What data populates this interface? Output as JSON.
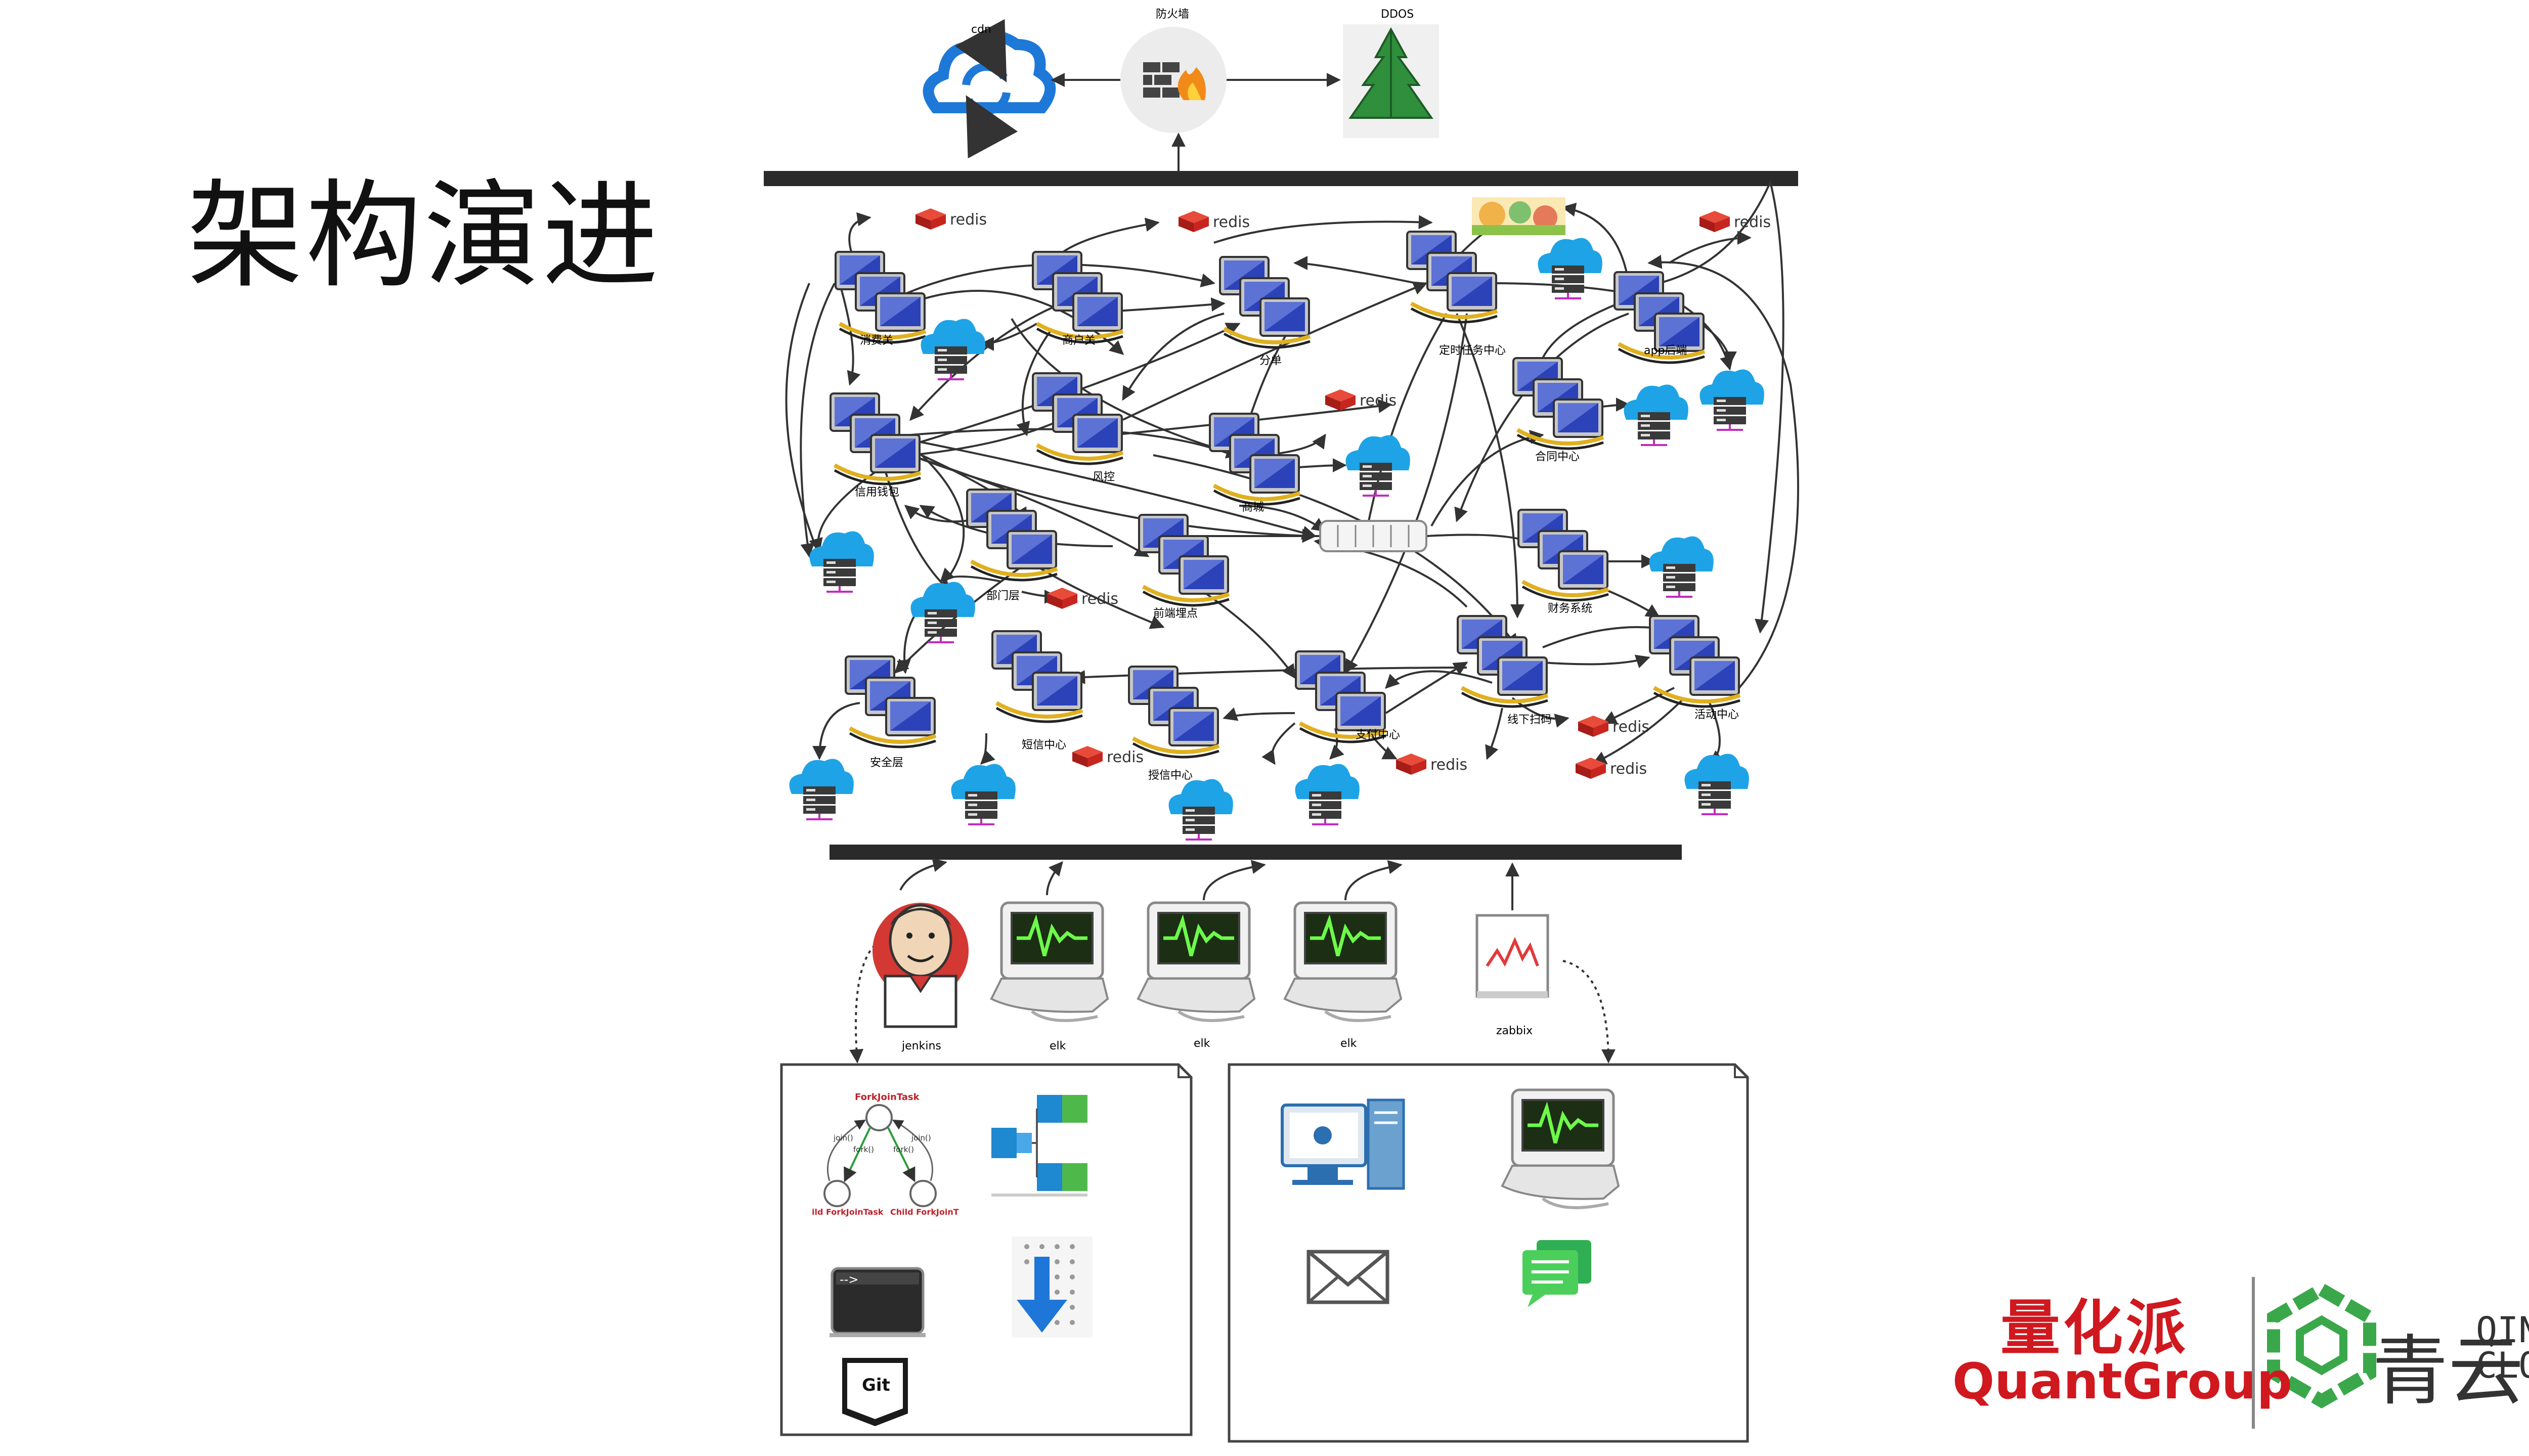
{
  "slide": {
    "title": "架构演进"
  },
  "top": {
    "cdn": "cdn",
    "firewall": "防火墙",
    "ddos": "DDOS"
  },
  "redis_label": "redis",
  "services": [
    {
      "id": "gateway",
      "label": "消费关"
    },
    {
      "id": "merchant_gateway",
      "label": "商户关"
    },
    {
      "id": "order_split",
      "label": "分单"
    },
    {
      "id": "scheduler",
      "label": "定时任务中心"
    },
    {
      "id": "app_backend",
      "label": "app后端"
    },
    {
      "id": "credit_wallet",
      "label": "信用钱包"
    },
    {
      "id": "risk",
      "label": "风控"
    },
    {
      "id": "mall",
      "label": "商城"
    },
    {
      "id": "contract",
      "label": "合同中心"
    },
    {
      "id": "channel",
      "label": "部门层"
    },
    {
      "id": "frontend_track",
      "label": "前端埋点"
    },
    {
      "id": "finance",
      "label": "财务系统"
    },
    {
      "id": "security",
      "label": "安全层"
    },
    {
      "id": "sms",
      "label": "短信中心"
    },
    {
      "id": "credit_center",
      "label": "授信中心"
    },
    {
      "id": "payment",
      "label": "支付中心"
    },
    {
      "id": "offline_scan",
      "label": "线下扫码"
    },
    {
      "id": "activity",
      "label": "活动中心"
    }
  ],
  "tools": [
    {
      "id": "jenkins",
      "label": "jenkins"
    },
    {
      "id": "elk1",
      "label": "elk"
    },
    {
      "id": "elk2",
      "label": "elk"
    },
    {
      "id": "elk3",
      "label": "elk"
    },
    {
      "id": "zabbix",
      "label": "zabbix"
    }
  ],
  "forkjoin": {
    "top": "ForkJoinTask",
    "left_child": "ild ForkJoinTask",
    "right_child": "Child ForkJoinT",
    "fork_left": "fork()",
    "fork_right": "fork()",
    "join_left": "join()",
    "join_right": "join()"
  },
  "terminal_prompt": "-->",
  "git_label": "Git",
  "logos": {
    "quantgroup_cn": "量化派",
    "quantgroup_en": "QuantGroup",
    "qingcloud_cn": "青云",
    "qingcloud_en_1": "QING",
    "qingcloud_en_2": "CLOUD"
  },
  "colors": {
    "bar": "#2a2a2a",
    "redis": "#d62b2b",
    "cloud": "#1ea3e6",
    "brand_red": "#d0181f",
    "qing_green": "#3aa84a"
  }
}
